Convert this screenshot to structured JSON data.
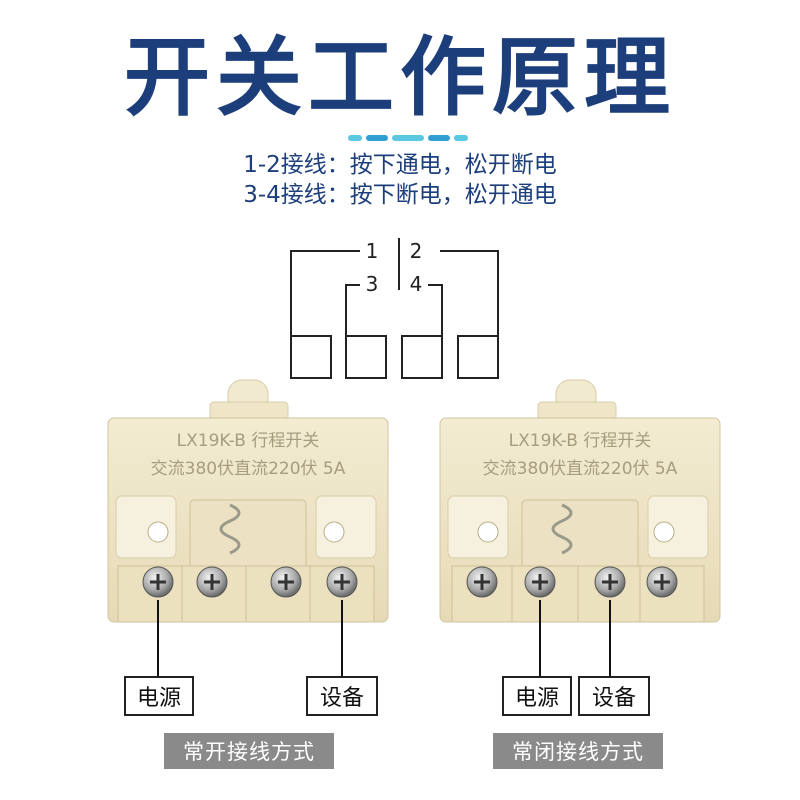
{
  "title": "开关工作原理",
  "accent_colors": [
    "#5bc7e0",
    "#2f9fd2",
    "#1c6fb8",
    "#1c3f7c"
  ],
  "rules": [
    "1-2接线：按下通电，松开断电",
    "3-4接线：按下断电，松开通电"
  ],
  "terminal_numbers": {
    "t1": "1",
    "t2": "2",
    "t3": "3",
    "t4": "4"
  },
  "switches": [
    {
      "marking_line1": "LX19K-B 行程开关",
      "marking_line2": "交流380伏直流220伏 5A",
      "left_label": "电源",
      "right_label": "设备",
      "caption": "常开接线方式"
    },
    {
      "marking_line1": "LX19K-B 行程开关",
      "marking_line2": "交流380伏直流220伏 5A",
      "left_label": "电源",
      "right_label": "设备",
      "caption": "常闭接线方式"
    }
  ]
}
